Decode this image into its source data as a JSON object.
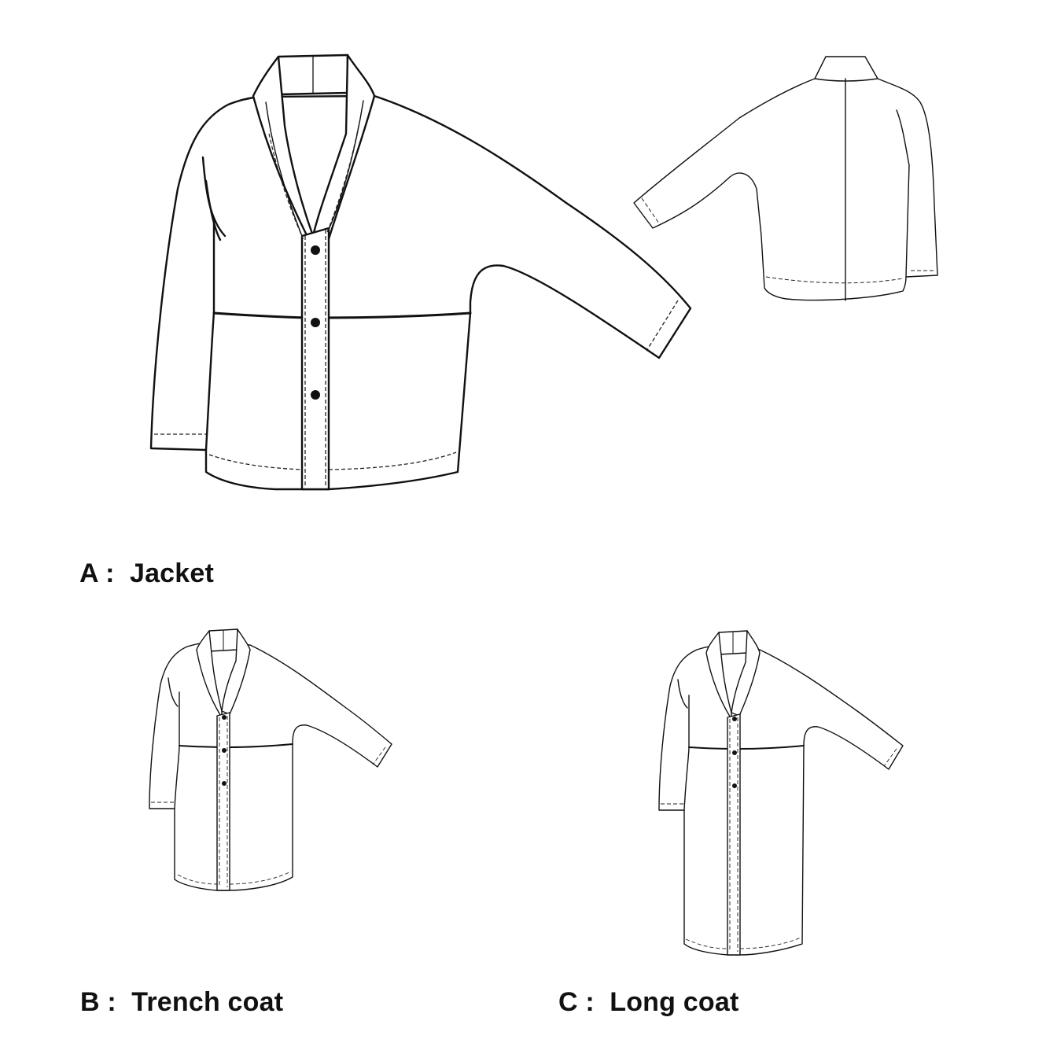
{
  "figure": {
    "garments": [
      {
        "letter": "A :",
        "name": "Jacket",
        "views": [
          "front-icon",
          "back-icon"
        ]
      },
      {
        "letter": "B :",
        "name": "Trench coat",
        "views": [
          "front-icon"
        ]
      },
      {
        "letter": "C :",
        "name": "Long coat",
        "views": [
          "front-icon"
        ]
      }
    ]
  },
  "colors": {
    "line": "#111111",
    "background": "#ffffff"
  }
}
